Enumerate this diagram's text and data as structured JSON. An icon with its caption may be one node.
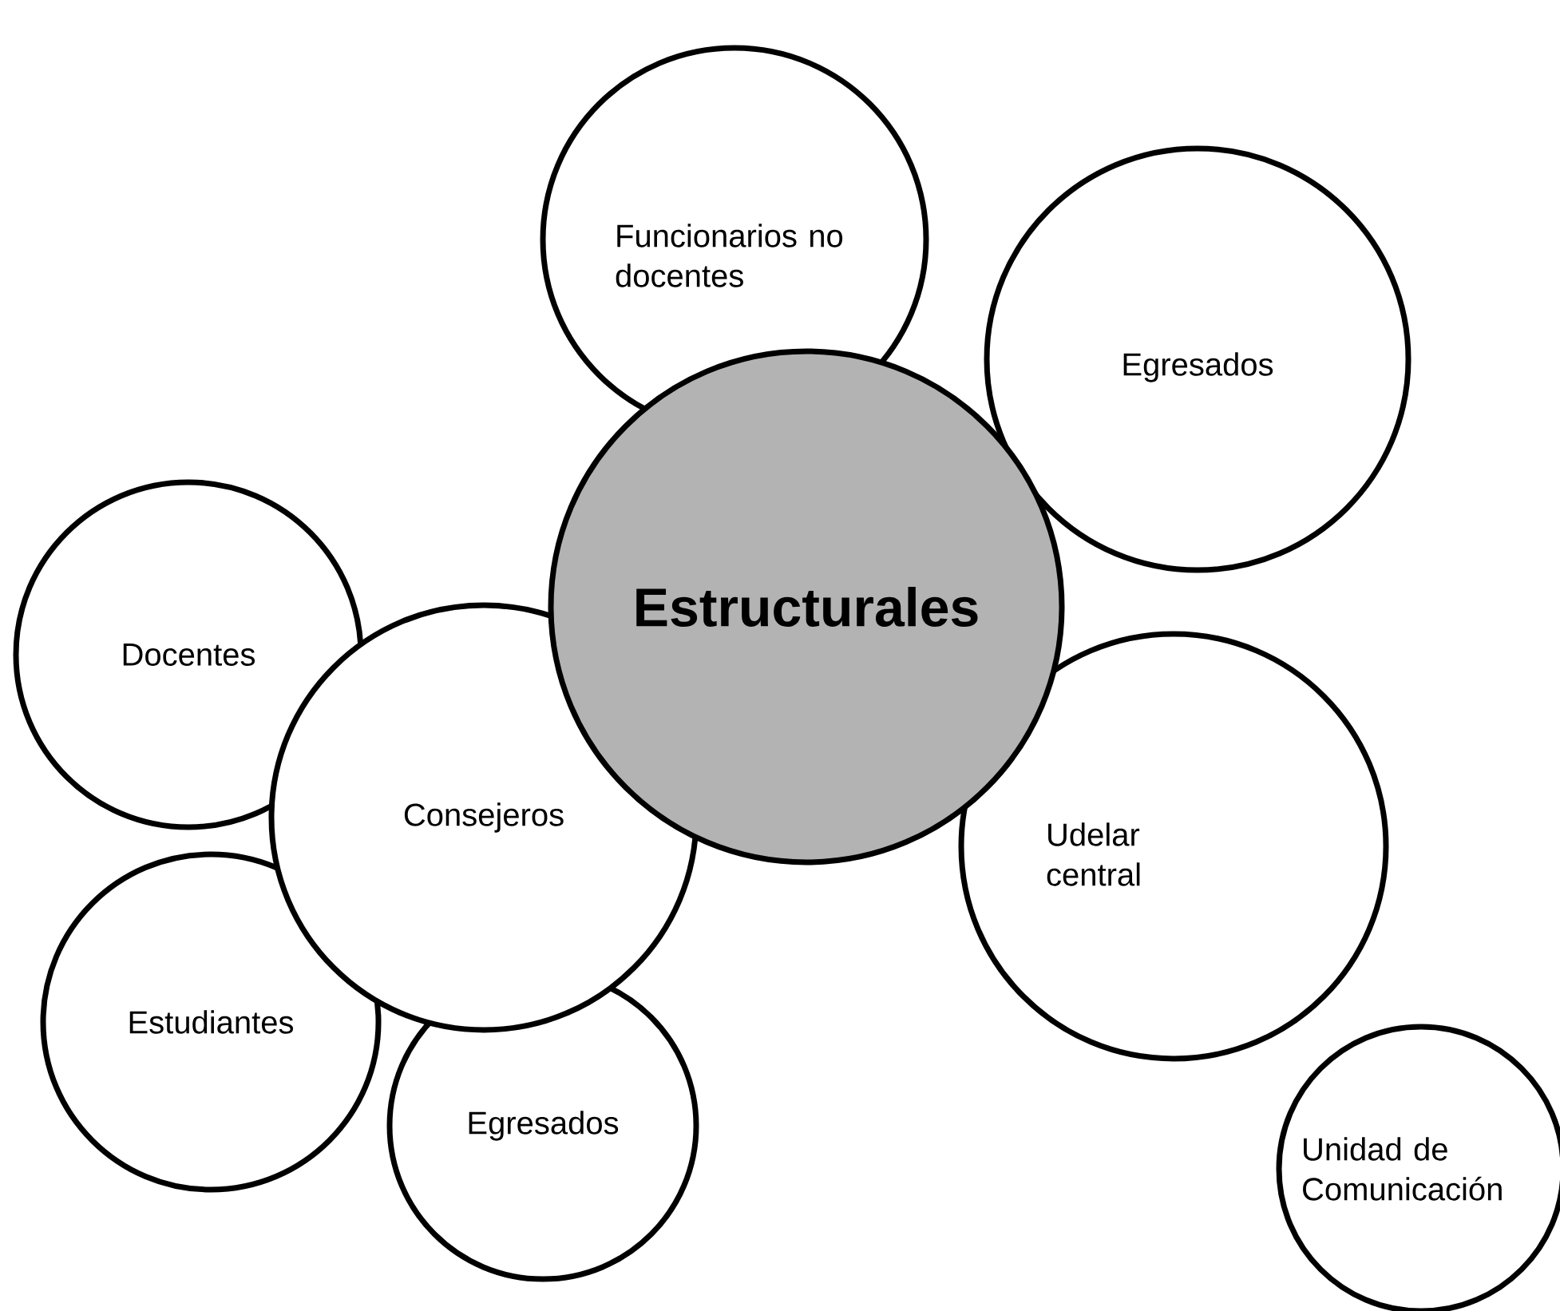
{
  "diagram": {
    "nodes": [
      {
        "text": [
          "Funcionarios no docentes"
        ]
      },
      {
        "text": [
          "Egresados"
        ]
      },
      {
        "text": [
          "Estructurales"
        ]
      },
      {
        "text": [
          "Docentes"
        ]
      },
      {
        "text": [
          "Consejeros"
        ]
      },
      {
        "text": [
          "Udelar central"
        ]
      },
      {
        "text": [
          "Estudiantes"
        ]
      },
      {
        "text": [
          "Egresados"
        ]
      },
      {
        "text": [
          "Unidad de Comunicación"
        ]
      }
    ]
  }
}
